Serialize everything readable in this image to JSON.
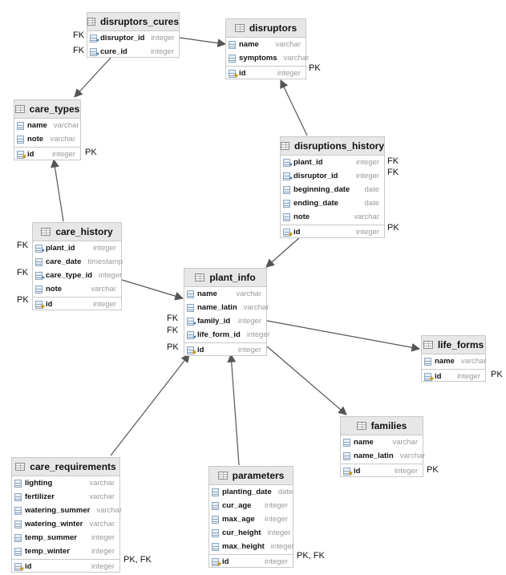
{
  "tables": {
    "disruptors_cures": {
      "title": "disruptors_cures",
      "fields": [
        {
          "name": "disruptor_id",
          "type": "integer"
        },
        {
          "name": "cure_id",
          "type": "integer"
        }
      ]
    },
    "disruptors": {
      "title": "disruptors",
      "fields": [
        {
          "name": "name",
          "type": "varchar"
        },
        {
          "name": "symptoms",
          "type": "varchar"
        },
        {
          "name": "id",
          "type": "integer"
        }
      ]
    },
    "care_types": {
      "title": "care_types",
      "fields": [
        {
          "name": "name",
          "type": "varchar"
        },
        {
          "name": "note",
          "type": "varchar"
        },
        {
          "name": "id",
          "type": "integer"
        }
      ]
    },
    "disruptions_history": {
      "title": "disruptions_history",
      "fields": [
        {
          "name": "plant_id",
          "type": "integer"
        },
        {
          "name": "disruptor_id",
          "type": "integer"
        },
        {
          "name": "beginning_date",
          "type": "date"
        },
        {
          "name": "ending_date",
          "type": "date"
        },
        {
          "name": "note",
          "type": "varchar"
        },
        {
          "name": "id",
          "type": "integer"
        }
      ]
    },
    "care_history": {
      "title": "care_history",
      "fields": [
        {
          "name": "plant_id",
          "type": "integer"
        },
        {
          "name": "care_date",
          "type": "timestamp"
        },
        {
          "name": "care_type_id",
          "type": "integer"
        },
        {
          "name": "note",
          "type": "varchar"
        },
        {
          "name": "id",
          "type": "integer"
        }
      ]
    },
    "plant_info": {
      "title": "plant_info",
      "fields": [
        {
          "name": "name",
          "type": "varchar"
        },
        {
          "name": "name_latin",
          "type": "varchar"
        },
        {
          "name": "family_id",
          "type": "integer"
        },
        {
          "name": "life_form_id",
          "type": "integer"
        },
        {
          "name": "id",
          "type": "integer"
        }
      ]
    },
    "life_forms": {
      "title": "life_forms",
      "fields": [
        {
          "name": "name",
          "type": "varchar"
        },
        {
          "name": "id",
          "type": "integer"
        }
      ]
    },
    "families": {
      "title": "families",
      "fields": [
        {
          "name": "name",
          "type": "varchar"
        },
        {
          "name": "name_latin",
          "type": "varchar"
        },
        {
          "name": "id",
          "type": "integer"
        }
      ]
    },
    "care_requirements": {
      "title": "care_requirements",
      "fields": [
        {
          "name": "lighting",
          "type": "varchar"
        },
        {
          "name": "fertilizer",
          "type": "varchar"
        },
        {
          "name": "watering_summer",
          "type": "varchar"
        },
        {
          "name": "watering_winter",
          "type": "varchar"
        },
        {
          "name": "temp_summer",
          "type": "integer"
        },
        {
          "name": "temp_winter",
          "type": "integer"
        },
        {
          "name": "id",
          "type": "integer"
        }
      ]
    },
    "parameters": {
      "title": "parameters",
      "fields": [
        {
          "name": "planting_date",
          "type": "date"
        },
        {
          "name": "cur_age",
          "type": "integer"
        },
        {
          "name": "max_age",
          "type": "integer"
        },
        {
          "name": "cur_height",
          "type": "integer"
        },
        {
          "name": "max_height",
          "type": "integer"
        },
        {
          "name": "id",
          "type": "integer"
        }
      ]
    }
  },
  "key_labels": {
    "dc_disruptor_fk": "FK",
    "dc_cure_fk": "FK",
    "disruptors_pk": "PK",
    "care_types_pk": "PK",
    "dh_plant_fk": "FK",
    "dh_disruptor_fk": "FK",
    "dh_pk": "PK",
    "ch_plant_fk": "FK",
    "ch_care_type_fk": "FK",
    "ch_pk": "PK",
    "pi_family_fk": "FK",
    "pi_life_form_fk": "FK",
    "pi_pk": "PK",
    "lf_pk": "PK",
    "families_pk": "PK",
    "cr_pk_fk": "PK, FK",
    "params_pk_fk": "PK, FK"
  },
  "colors": {
    "border": "#c9c9c9",
    "header": "#e7e7e7",
    "edge": "#555555",
    "type_text": "#9a9a9a"
  }
}
